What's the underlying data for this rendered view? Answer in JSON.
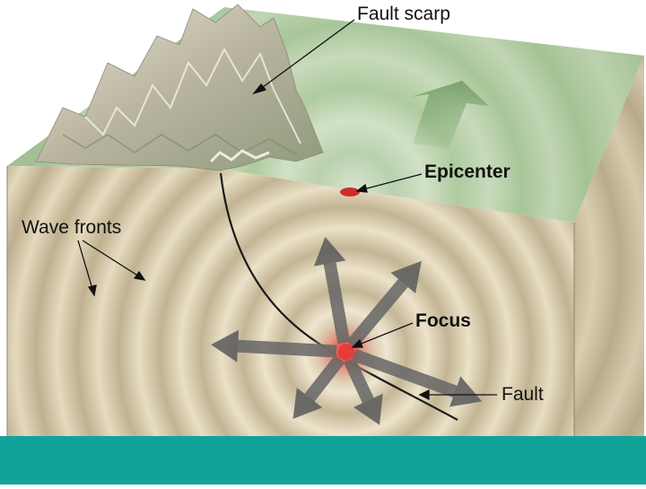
{
  "labels": {
    "fault_scarp": "Fault scarp",
    "epicenter": "Epicenter",
    "wave_fronts": "Wave fronts",
    "focus": "Focus",
    "fault": "Fault"
  },
  "colors": {
    "top_surface": "#a9c79c",
    "front_face": "#d8cdb0",
    "side_face": "#c7bb99",
    "ring_dark": "#bdb08f",
    "ring_light": "#e9e0c8",
    "arrow": "#555555",
    "focus": "#e03a3a",
    "epicenter": "#cc2b2b",
    "footer": "#11a39a"
  },
  "icons": [
    "arrow-icon",
    "mountain-icon"
  ]
}
